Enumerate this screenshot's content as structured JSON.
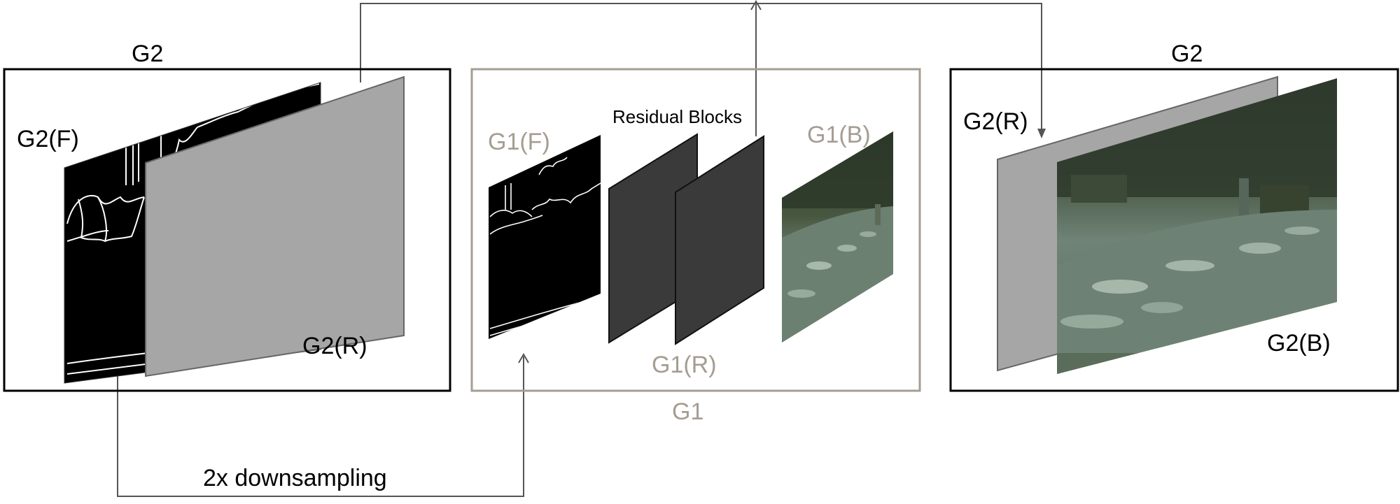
{
  "labels": {
    "g2_left_title": "G2",
    "g2_left_front": "G2(F)",
    "g2_left_rear": "G2(R)",
    "g1_title": "G1",
    "g1_front": "G1(F)",
    "g1_residual": "Residual Blocks",
    "g1_back": "G1(B)",
    "g1_rear": "G1(R)",
    "g2_right_title": "G2",
    "g2_right_rear": "G2(R)",
    "g2_right_back": "G2(B)",
    "downsampling": "2x downsampling"
  },
  "colors": {
    "g1_accent": "#a59d92",
    "g2_frame": "#000000",
    "gray_plane": "#a6a6a6",
    "residual_block": "#3a3a3a",
    "edge_map": "#000000",
    "road": "#5f7466"
  }
}
